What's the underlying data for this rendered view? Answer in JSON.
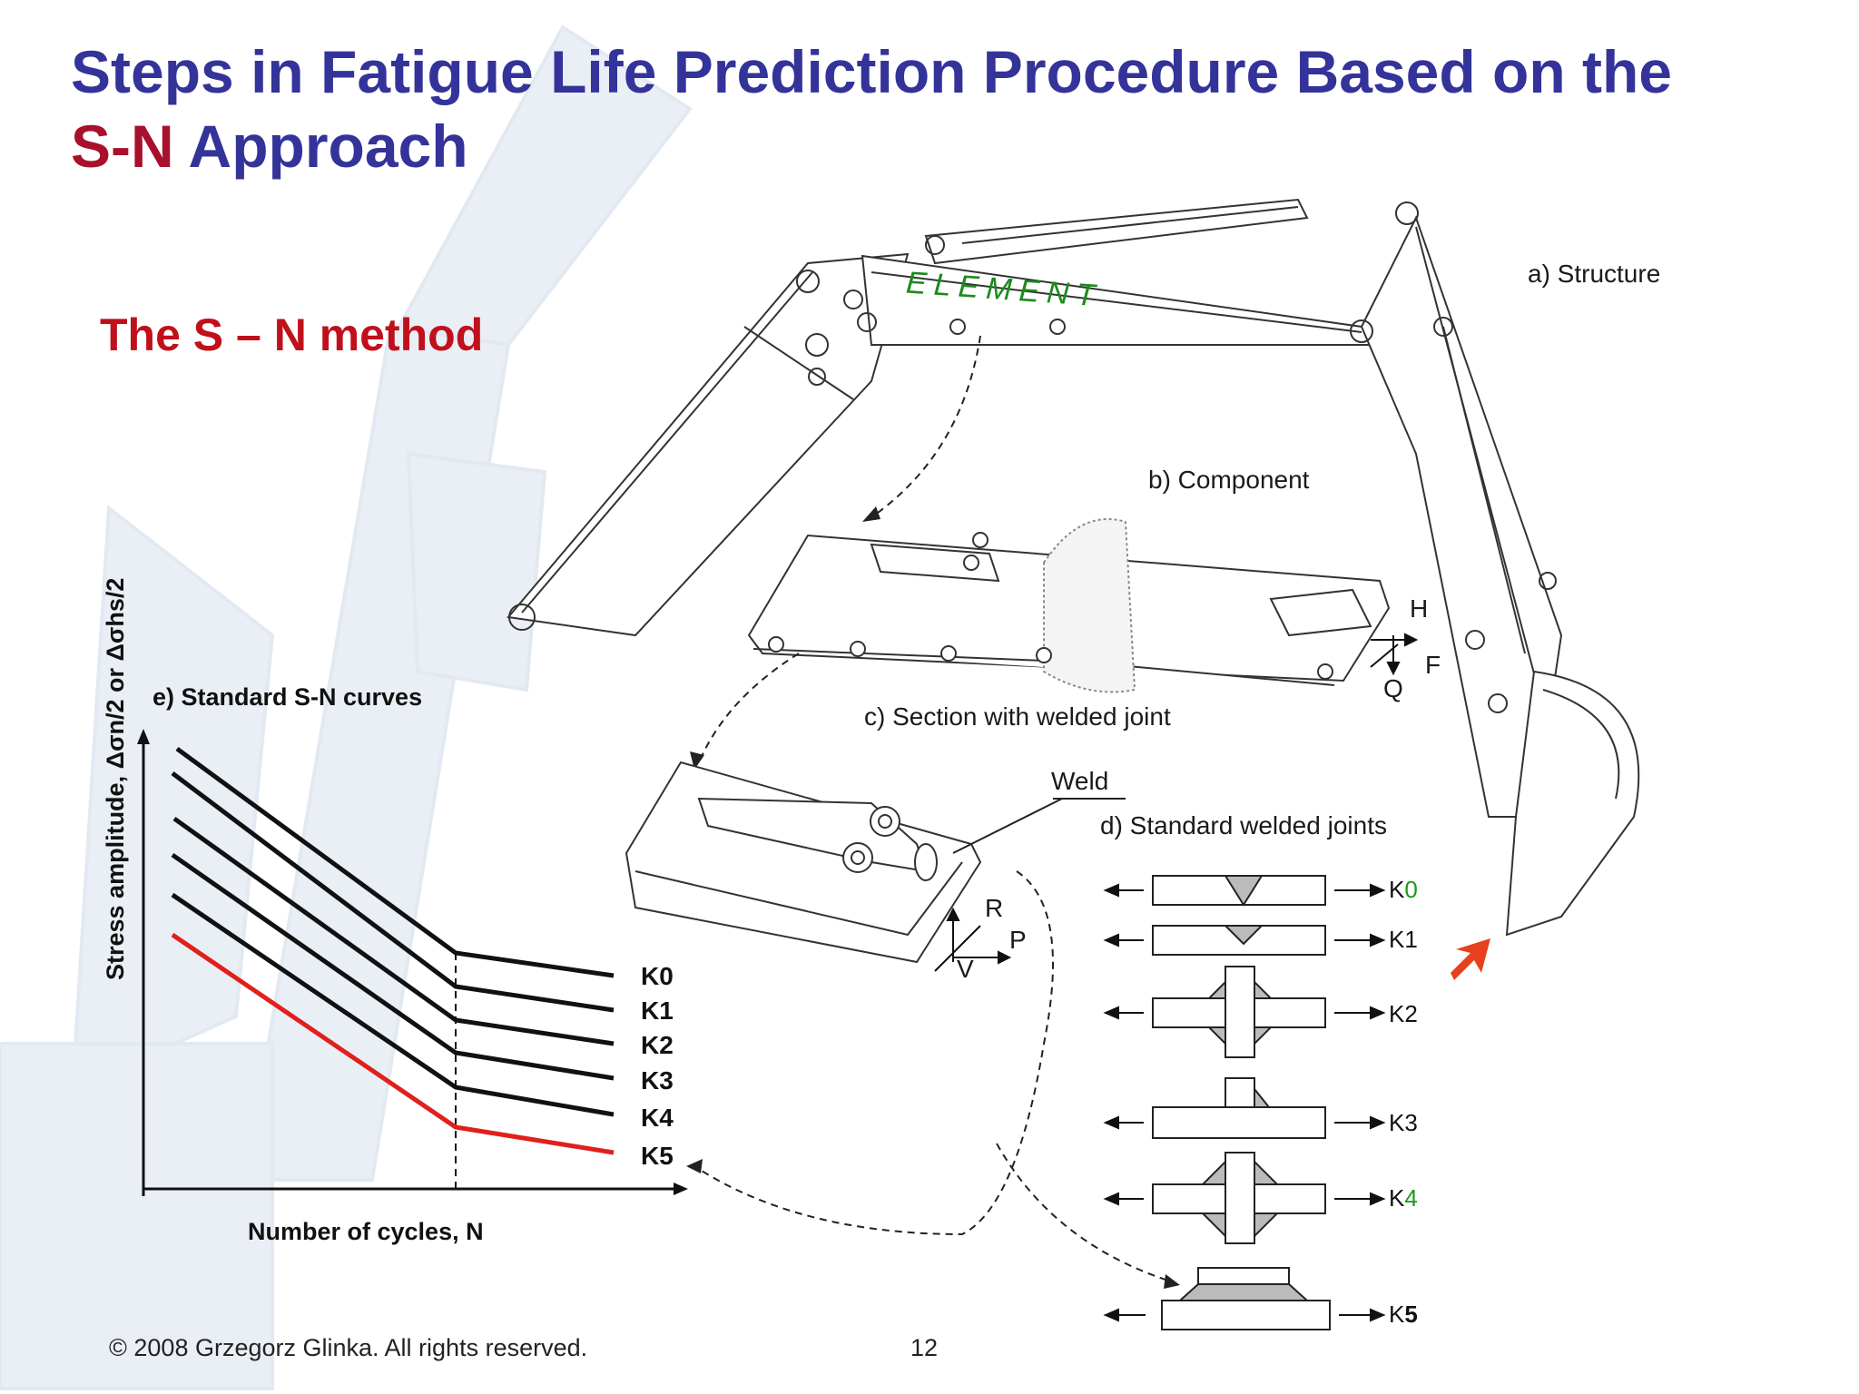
{
  "title": {
    "line1": "Steps in Fatigue Life Prediction Procedure Based on the",
    "sn": "S-N",
    "line2_rest": " Approach"
  },
  "subtitle": "The S – N  method",
  "structure_labels": {
    "element": "ELEMENT",
    "structure": "a) Structure",
    "component": "b) Component",
    "section": "c) Section with welded joint",
    "joints": "d) Standard welded joints",
    "curves": "e) Standard S-N curves",
    "weld": "Weld"
  },
  "force_labels": {
    "H": "H",
    "F": "F",
    "Q": "Q",
    "R": "R",
    "P": "P",
    "V": "V"
  },
  "axes": {
    "ylabel": "Stress amplitude, Δσn/2 or Δσhs/2",
    "xlabel": "Number of cycles, N"
  },
  "curve_labels": [
    "K0",
    "K1",
    "K2",
    "K3",
    "K4",
    "K5"
  ],
  "joint_labels": [
    {
      "k": "K",
      "n": "0"
    },
    {
      "k": "K",
      "n": "1"
    },
    {
      "k": "K",
      "n": "2"
    },
    {
      "k": "K",
      "n": "3"
    },
    {
      "k": "K",
      "n": "4"
    },
    {
      "k": "K",
      "n": "5"
    }
  ],
  "colors": {
    "title": "#33339a",
    "accent_red": "#c0101c",
    "highlight_curve": "#e0201c",
    "arrow": "#e8401c"
  },
  "footer": {
    "copyright": "© 2008 Grzegorz Glinka.  All rights reserved.",
    "page": "12"
  }
}
